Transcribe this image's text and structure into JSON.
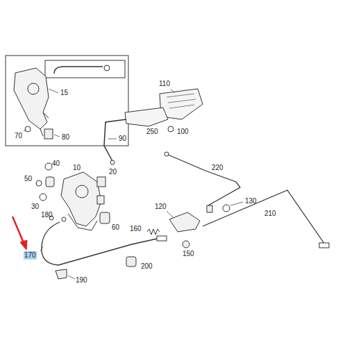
{
  "diagram": {
    "labels": [
      "15",
      "70",
      "80",
      "110",
      "250",
      "100",
      "90",
      "40",
      "10",
      "50",
      "20",
      "30",
      "220",
      "130",
      "180",
      "120",
      "160",
      "60",
      "210",
      "170",
      "150",
      "200",
      "190"
    ]
  }
}
